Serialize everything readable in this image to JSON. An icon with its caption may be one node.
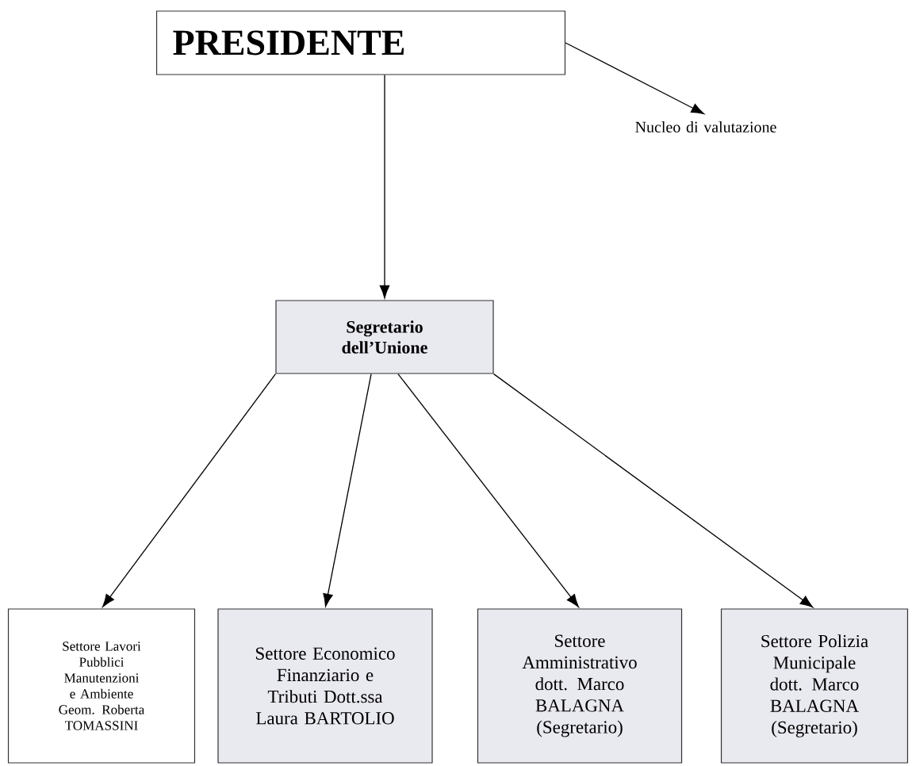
{
  "diagram": {
    "nodes": [
      {
        "text": [
          "PRESIDENTE"
        ]
      },
      {
        "text": [
          "Nucleo di valutazione"
        ]
      },
      {
        "text": [
          "Segretario dell’Unione"
        ]
      },
      {
        "text": [
          "Settore Lavori Pubblici Manutenzioni e Ambiente Geom. Roberta TOMASSINI"
        ]
      },
      {
        "text": [
          "Settore Economico Finanziario e Tributi Dott.ssa Laura BARTOLIO"
        ]
      },
      {
        "text": [
          "Settore Amministrativo dott. Marco BALAGNA (Segretario)"
        ]
      },
      {
        "text": [
          "Settore Polizia Municipale dott. Marco BALAGNA (Segretario)"
        ]
      }
    ],
    "edges": [
      {
        "from": 0,
        "to": 1,
        "arrow": "to"
      },
      {
        "from": 0,
        "to": 2,
        "arrow": "to"
      },
      {
        "from": 2,
        "to": 3,
        "arrow": "to"
      },
      {
        "from": 2,
        "to": 4,
        "arrow": "to"
      },
      {
        "from": 2,
        "to": 5,
        "arrow": "to"
      },
      {
        "from": 2,
        "to": 6,
        "arrow": "to"
      }
    ]
  }
}
